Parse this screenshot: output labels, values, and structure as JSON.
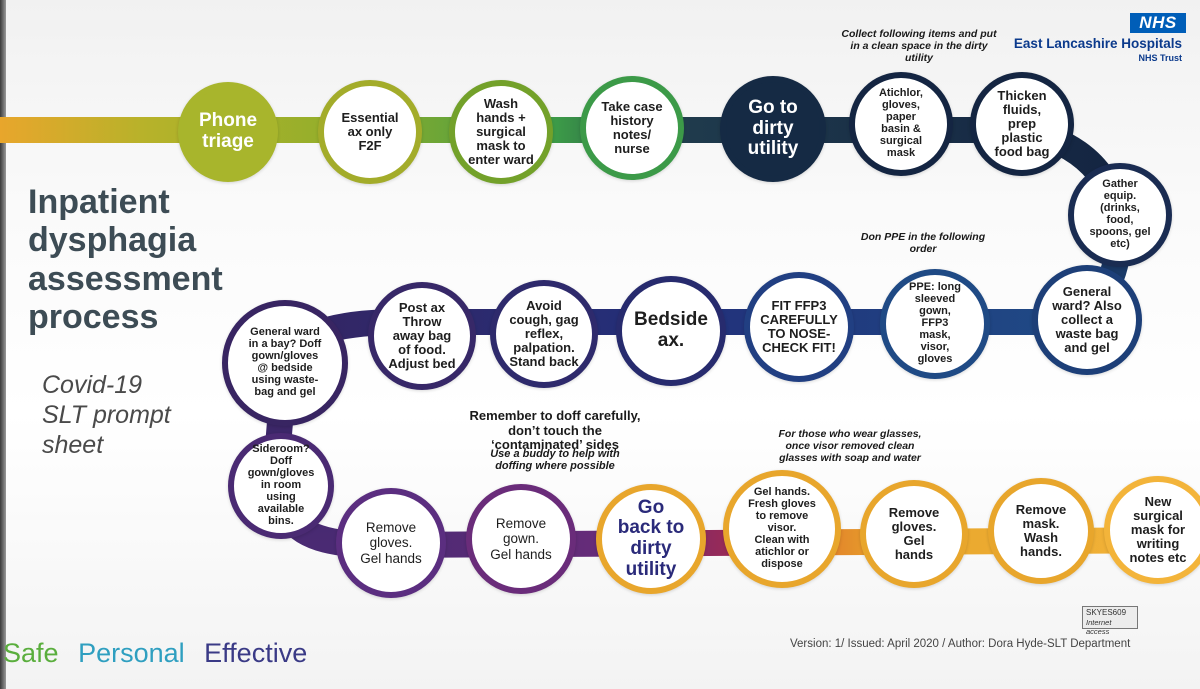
{
  "header": {
    "logo": "NHS",
    "trust_name": "East Lancashire Hospitals",
    "trust_sub": "NHS Trust"
  },
  "title": "Inpatient\ndysphagia\nassessment\nprocess",
  "subtitle": "Covid-19\nSLT prompt\nsheet",
  "notes": {
    "collect": "Collect following items and put\nin a clean space in the dirty\nutility",
    "don_ppe": "Don PPE in the following\norder",
    "doff": "Remember to doff carefully,\ndon’t touch the\n‘contaminated’ sides",
    "buddy": "Use a buddy to help with\ndoffing where possible",
    "glasses": "For those who wear glasses,\nonce visor removed clean\nglasses with soap and water"
  },
  "steps": [
    {
      "id": "phone-triage",
      "label": "Phone\ntriage",
      "color": "#a8b52c"
    },
    {
      "id": "essential-ax",
      "label": "Essential\nax only\nF2F",
      "color": "#a3ac2a"
    },
    {
      "id": "wash-hands",
      "label": "Wash\nhands +\nsurgical\nmask to\nenter ward",
      "color": "#73a12a"
    },
    {
      "id": "take-case-history",
      "label": "Take case\nhistory\nnotes/\nnurse",
      "color": "#3c9a48"
    },
    {
      "id": "go-to-dirty-utility",
      "label": "Go to\ndirty\nutility",
      "color": "#152a44"
    },
    {
      "id": "atichlor-items",
      "label": "Atichlor,\ngloves,\npaper\nbasin &\nsurgical\nmask",
      "color": "#142542"
    },
    {
      "id": "thicken-fluids",
      "label": "Thicken\nfluids,\nprep\nplastic\nfood bag",
      "color": "#142542"
    },
    {
      "id": "gather-equip",
      "label": "Gather\nequip.\n(drinks,\nfood,\nspoons, gel\netc)",
      "color": "#1a2c52"
    },
    {
      "id": "general-ward-waste",
      "label": "General\nward? Also\ncollect a\nwaste bag\nand gel",
      "color": "#1d3f78"
    },
    {
      "id": "ppe-list",
      "label": "PPE: long\nsleeved\ngown,\nFFP3\nmask,\nvisor,\ngloves",
      "color": "#1f4a85"
    },
    {
      "id": "fit-ffp3",
      "label": "FIT FFP3\nCAREFULLY\nTO NOSE-\nCHECK FIT!",
      "color": "#213f82"
    },
    {
      "id": "bedside-ax",
      "label": "Bedside\nax.",
      "color": "#272b6e"
    },
    {
      "id": "avoid-cough",
      "label": "Avoid\ncough, gag\nreflex,\npalpation.\nStand back",
      "color": "#2e2a6c"
    },
    {
      "id": "post-ax",
      "label": "Post ax\nThrow\naway bag\nof food.\nAdjust bed",
      "color": "#372868"
    },
    {
      "id": "general-ward-bay",
      "label": "General ward\nin a bay? Doff\ngown/gloves\n@ bedside\nusing waste-\nbag and gel",
      "color": "#382562"
    },
    {
      "id": "sideroom",
      "label": "Sideroom?\nDoff\ngown/gloves\nin room\nusing\navailable\nbins.",
      "color": "#4a2a73"
    },
    {
      "id": "remove-gloves-gel",
      "label": "Remove\ngloves.\nGel hands",
      "color": "#5b2e80"
    },
    {
      "id": "remove-gown",
      "label": "Remove\ngown.\nGel hands",
      "color": "#6a2c7a"
    },
    {
      "id": "go-back-dirty-utility",
      "label": "Go\nback to\ndirty\nutility",
      "color": "#e8a62c"
    },
    {
      "id": "gel-hands-visor",
      "label": "Gel hands.\nFresh gloves\nto remove\nvisor.\nClean with\natichlor or\ndispose",
      "color": "#e8a62c"
    },
    {
      "id": "remove-gloves",
      "label": "Remove\ngloves.\nGel\nhands",
      "color": "#e8a62c"
    },
    {
      "id": "remove-mask",
      "label": "Remove\nmask.\nWash\nhands.",
      "color": "#e8a62c"
    },
    {
      "id": "new-surgical-mask",
      "label": "New\nsurgical\nmask for\nwriting\nnotes etc",
      "color": "#f3b43a"
    }
  ],
  "values": {
    "safe": "Safe",
    "personal": "Personal",
    "effective": "Effective"
  },
  "footer": "Version: 1/  Issued: April 2020 /  Author: Dora Hyde-SLT Department",
  "sticker": {
    "code": "SKYES609",
    "label": "Internet access"
  },
  "colors": {
    "nhs_blue": "#005eb8",
    "safe": "#5aae3d",
    "personal": "#2f9fc0",
    "effective": "#3a3a86"
  }
}
